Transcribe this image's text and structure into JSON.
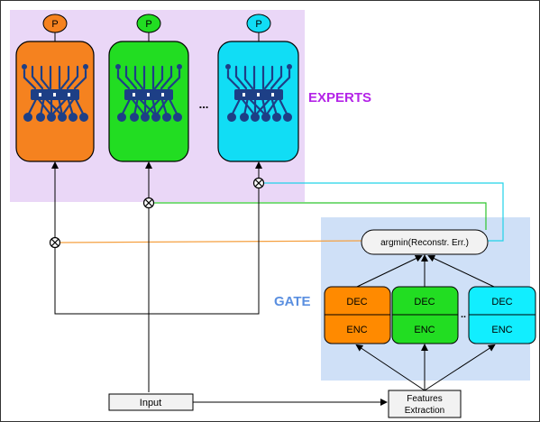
{
  "experts": {
    "title": "EXPERTS",
    "param_label": "P",
    "ellipsis": "...",
    "items": [
      {
        "color": "#f5821f"
      },
      {
        "color": "#22dd22"
      },
      {
        "color": "#11ddf5"
      }
    ]
  },
  "gate": {
    "title": "GATE",
    "argmin_label": "argmin(Reconstr. Err.)",
    "dec_label": "DEC",
    "enc_label": "ENC",
    "ellipsis": "..",
    "units": [
      {
        "color": "#ff8a00"
      },
      {
        "color": "#22dd22"
      },
      {
        "color": "#11eeff"
      }
    ]
  },
  "input": {
    "label": "Input"
  },
  "features": {
    "line1": "Features",
    "line2": "Extraction"
  },
  "colors": {
    "experts_bg": "#ead7f7",
    "gate_bg": "#cfe0f7",
    "experts_title": "#b424e8",
    "gate_title": "#5a8fe0",
    "net_dark": "#1d3f86",
    "orange_wire": "#f5a040",
    "green_wire": "#2ec52e",
    "cyan_wire": "#22d3e8"
  }
}
